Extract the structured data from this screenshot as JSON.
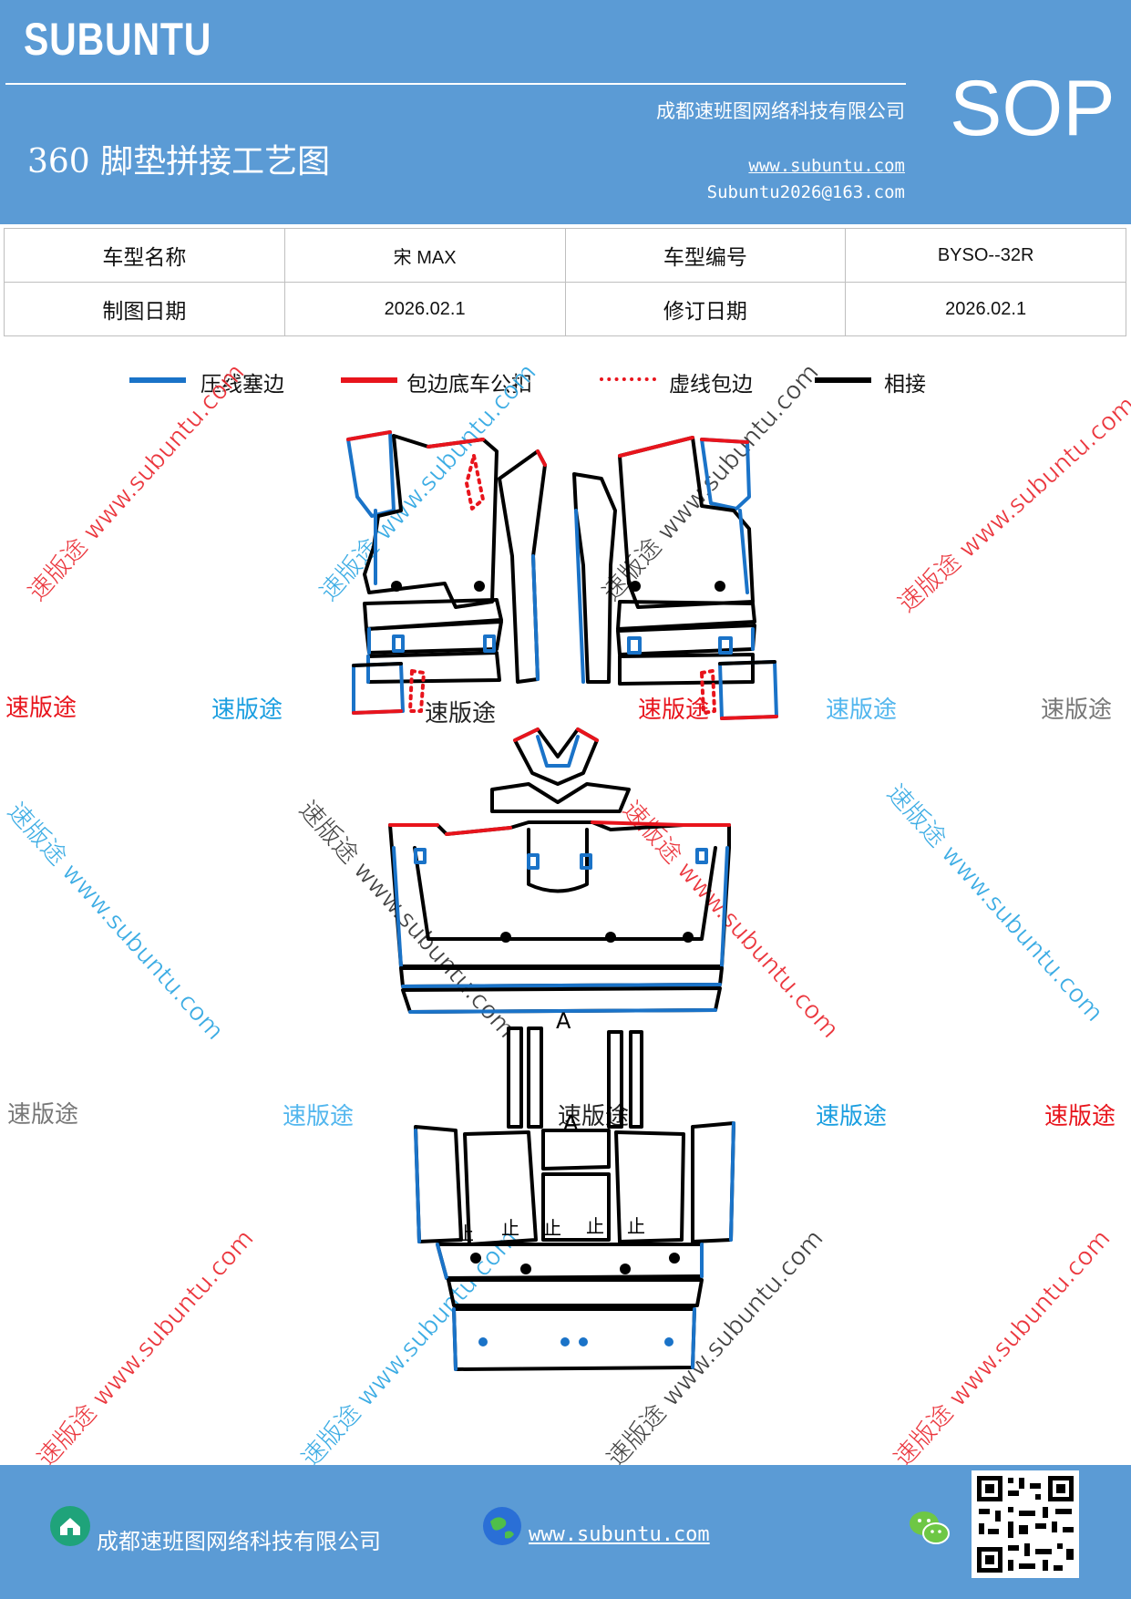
{
  "header": {
    "brand": "SUBUNTU",
    "company": "成都速班图网络科技有限公司",
    "title": "360 脚垫拼接工艺图",
    "website": "www.subuntu.com",
    "email": "Subuntu2026@163.com",
    "badge": "SOP"
  },
  "info_table": {
    "model_name_label": "车型名称",
    "model_name_value": "宋 MAX",
    "model_code_label": "车型编号",
    "model_code_value": "BYSO--32R",
    "drawing_date_label": "制图日期",
    "drawing_date_value": "2026.02.1",
    "revision_date_label": "修订日期",
    "revision_date_value": "2026.02.1"
  },
  "legend": [
    {
      "label": "压线塞边",
      "color": "#1a73c8",
      "style": "solid"
    },
    {
      "label": "包边底车公扣",
      "color": "#e8141c",
      "style": "solid"
    },
    {
      "label": "虚线包边",
      "color": "#e8141c",
      "style": "dotted"
    },
    {
      "label": "相接",
      "color": "#000000",
      "style": "solid"
    }
  ],
  "drawing_marks": {
    "joint_a": "A",
    "stop": "止"
  },
  "watermarks": {
    "short": "速版途",
    "long": "速版途 www.subuntu.com",
    "colors": {
      "red": "#e8141c",
      "blue": "#1a9ee0",
      "light_blue": "#52b6ee",
      "gray": "#777777",
      "black": "#222222"
    }
  },
  "footer": {
    "company": "成都速班图网络科技有限公司",
    "website": "www.subuntu.com",
    "icons": [
      "home-icon",
      "globe-icon",
      "wechat-icon",
      "qr-code"
    ]
  }
}
